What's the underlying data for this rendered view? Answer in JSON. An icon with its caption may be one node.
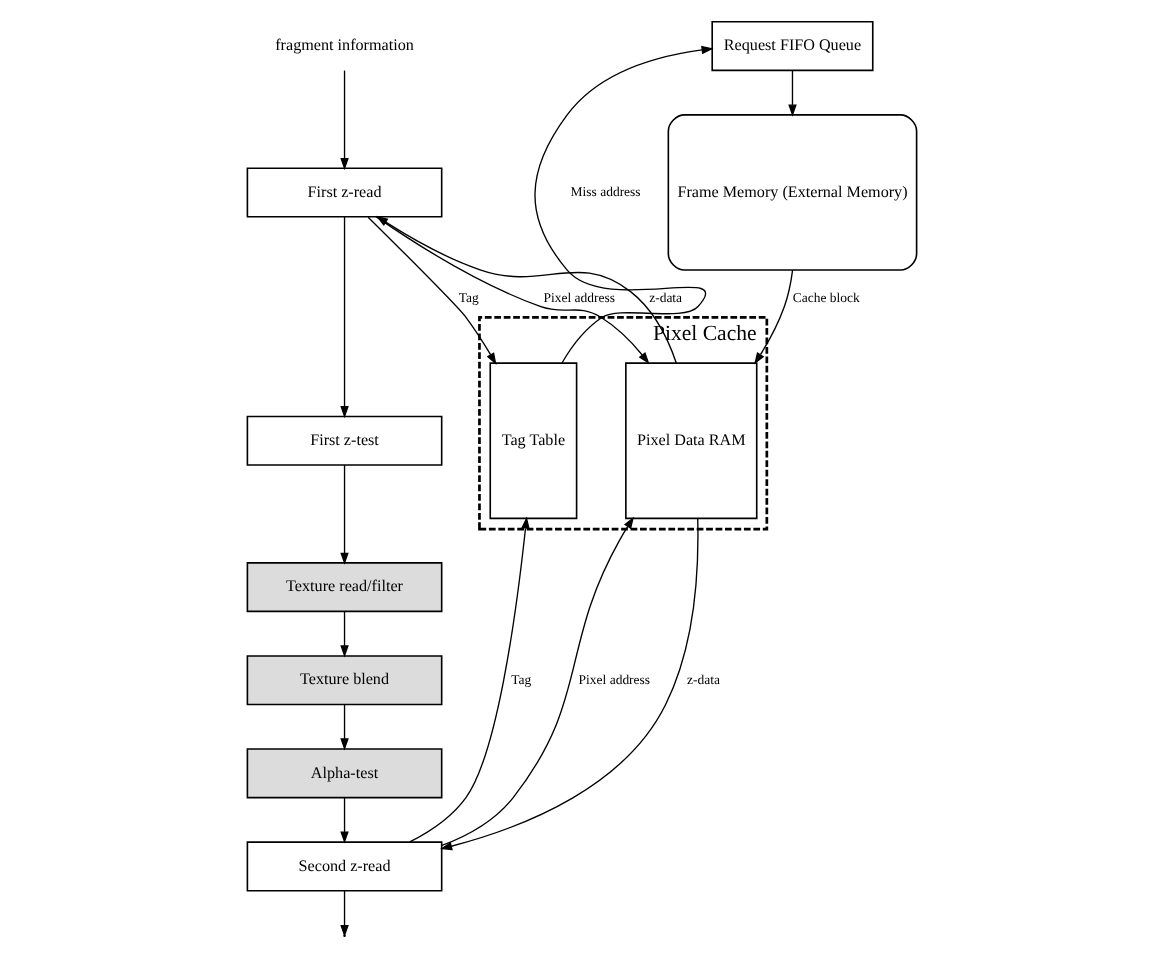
{
  "diagram": {
    "nodes": [
      {
        "text": [
          "fragment information"
        ]
      },
      {
        "text": [
          "First z-read"
        ]
      },
      {
        "text": [
          "First z-test"
        ]
      },
      {
        "text": [
          "Texture read/filter"
        ]
      },
      {
        "text": [
          "Texture blend"
        ]
      },
      {
        "text": [
          "Alpha-test"
        ]
      },
      {
        "text": [
          "Second z-read"
        ]
      },
      {
        "text": [
          "Pixel Cache"
        ]
      },
      {
        "text": [
          "Tag Table"
        ],
        "in": 7
      },
      {
        "text": [
          "Pixel Data RAM"
        ],
        "in": 7
      },
      {
        "text": [
          "Request FIFO Queue"
        ]
      },
      {
        "text": [
          "Frame Memory (External Memory)"
        ]
      }
    ],
    "edges": [
      {
        "from": 0,
        "to": 1,
        "arrow": "to"
      },
      {
        "from": 1,
        "to": 2,
        "arrow": "to"
      },
      {
        "from": 2,
        "to": 3,
        "arrow": "to"
      },
      {
        "from": 3,
        "to": 4,
        "arrow": "to"
      },
      {
        "from": 4,
        "to": 5,
        "arrow": "to"
      },
      {
        "from": 5,
        "to": 6,
        "arrow": "to"
      },
      {
        "from": 6,
        "to": null,
        "arrow": "to"
      },
      {
        "from": 9,
        "to": 1,
        "label": "z-data",
        "arrow": "to"
      },
      {
        "from": 1,
        "to": 9,
        "label": "Pixel address",
        "arrow": "to"
      },
      {
        "from": 1,
        "to": 8,
        "label": "Tag",
        "arrow": "to"
      },
      {
        "from": 8,
        "to": 10,
        "label": "Miss address",
        "arrow": "to"
      },
      {
        "from": 10,
        "to": 11,
        "arrow": "to"
      },
      {
        "from": 11,
        "to": 9,
        "label": "Cache block",
        "arrow": "to"
      },
      {
        "from": 6,
        "to": 8,
        "label": "Tag",
        "arrow": "to"
      },
      {
        "from": 6,
        "to": 9,
        "label": "Pixel address",
        "arrow": "to"
      },
      {
        "from": 9,
        "to": 6,
        "label": "z-data",
        "arrow": "to"
      }
    ]
  }
}
